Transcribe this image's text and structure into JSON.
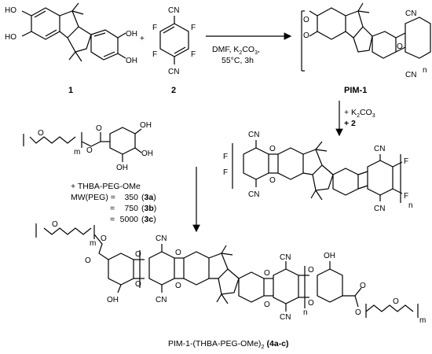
{
  "reaction1": {
    "compound1_label": "1",
    "compound2_label": "2",
    "plus": "+",
    "conditions_line1": "DMF, K",
    "conditions_sub": "2",
    "conditions_line1b": "CO",
    "conditions_sub2": "3",
    "conditions_line1c": ",",
    "conditions_line2": "55°C, 3h",
    "product_label": "PIM-1"
  },
  "reaction2": {
    "reagent_a": "+ K",
    "reagent_a_sub": "2",
    "reagent_a_b": "CO",
    "reagent_a_sub2": "3",
    "reagent_b": "+ 2"
  },
  "reaction3": {
    "reagent_name": "+ THBA-PEG-OMe",
    "mw_line": "MW(PEG) =   350 (3a)",
    "mw_rows": [
      {
        "prefix": "MW(PEG) =",
        "value": "350",
        "code": "3a"
      },
      {
        "prefix": "=",
        "value": "750",
        "code": "3b"
      },
      {
        "prefix": "=",
        "value": "5000",
        "code": "3c"
      }
    ]
  },
  "product": {
    "name_prefix": "PIM-1-(THBA-PEG-OMe)",
    "name_sub": "2",
    "name_code": "(4a-c)"
  },
  "atoms": {
    "HO": "HO",
    "OH": "OH",
    "F": "F",
    "CN": "CN",
    "O": "O",
    "m": "m",
    "n": "n"
  }
}
